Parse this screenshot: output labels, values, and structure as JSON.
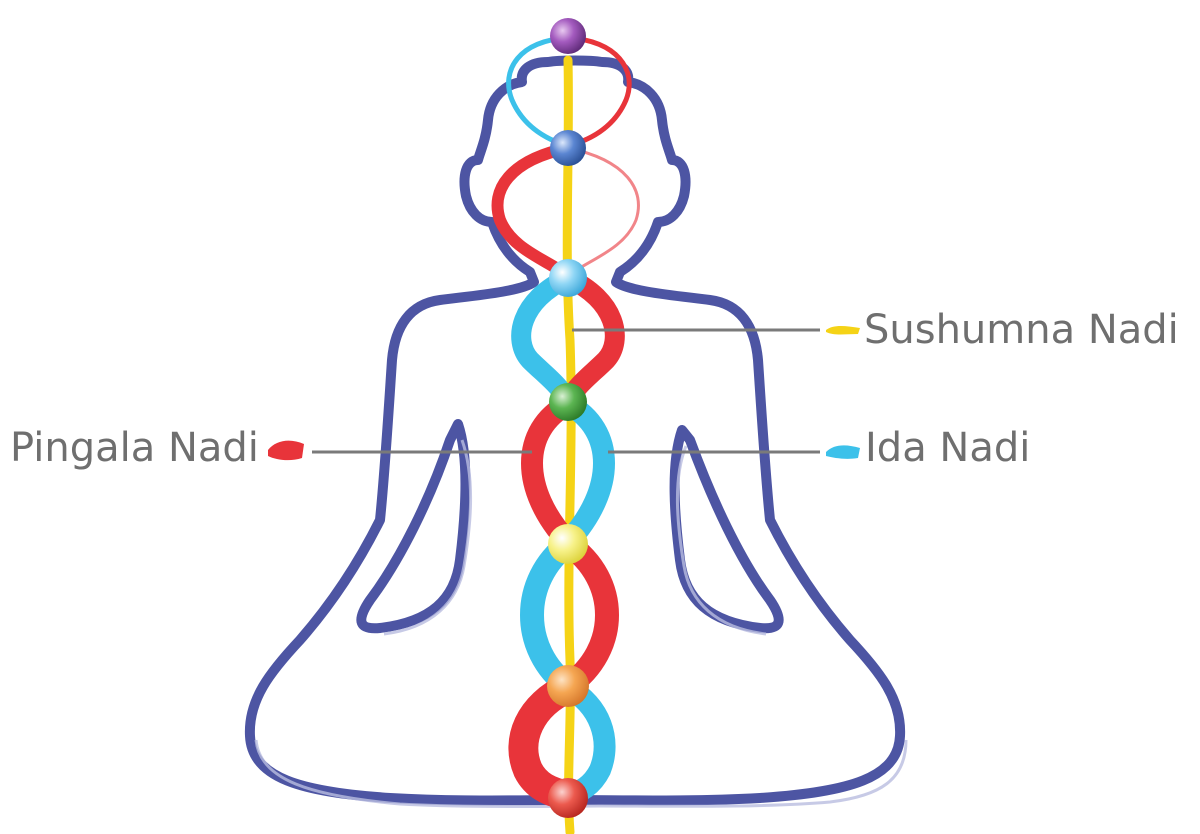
{
  "labels": {
    "sushumna": "Sushumna Nadi",
    "pingala": "Pingala Nadi",
    "ida": "Ida Nadi"
  },
  "colors": {
    "body_outline": "#4d55a3",
    "sushumna": "#f5d316",
    "pingala": "#e8343a",
    "ida": "#3cc1ea",
    "leader_line": "#7a7a7a",
    "label_text": "#6f6f6f"
  },
  "chakras": [
    {
      "name": "crown",
      "color": "#8e44ad"
    },
    {
      "name": "third-eye",
      "color": "#3f6fc0"
    },
    {
      "name": "throat",
      "color": "#63c6f0"
    },
    {
      "name": "heart",
      "color": "#3f9b3a"
    },
    {
      "name": "solar-plexus",
      "color": "#f3ef5a"
    },
    {
      "name": "sacral",
      "color": "#f39a3c"
    },
    {
      "name": "root",
      "color": "#e5453a"
    }
  ]
}
